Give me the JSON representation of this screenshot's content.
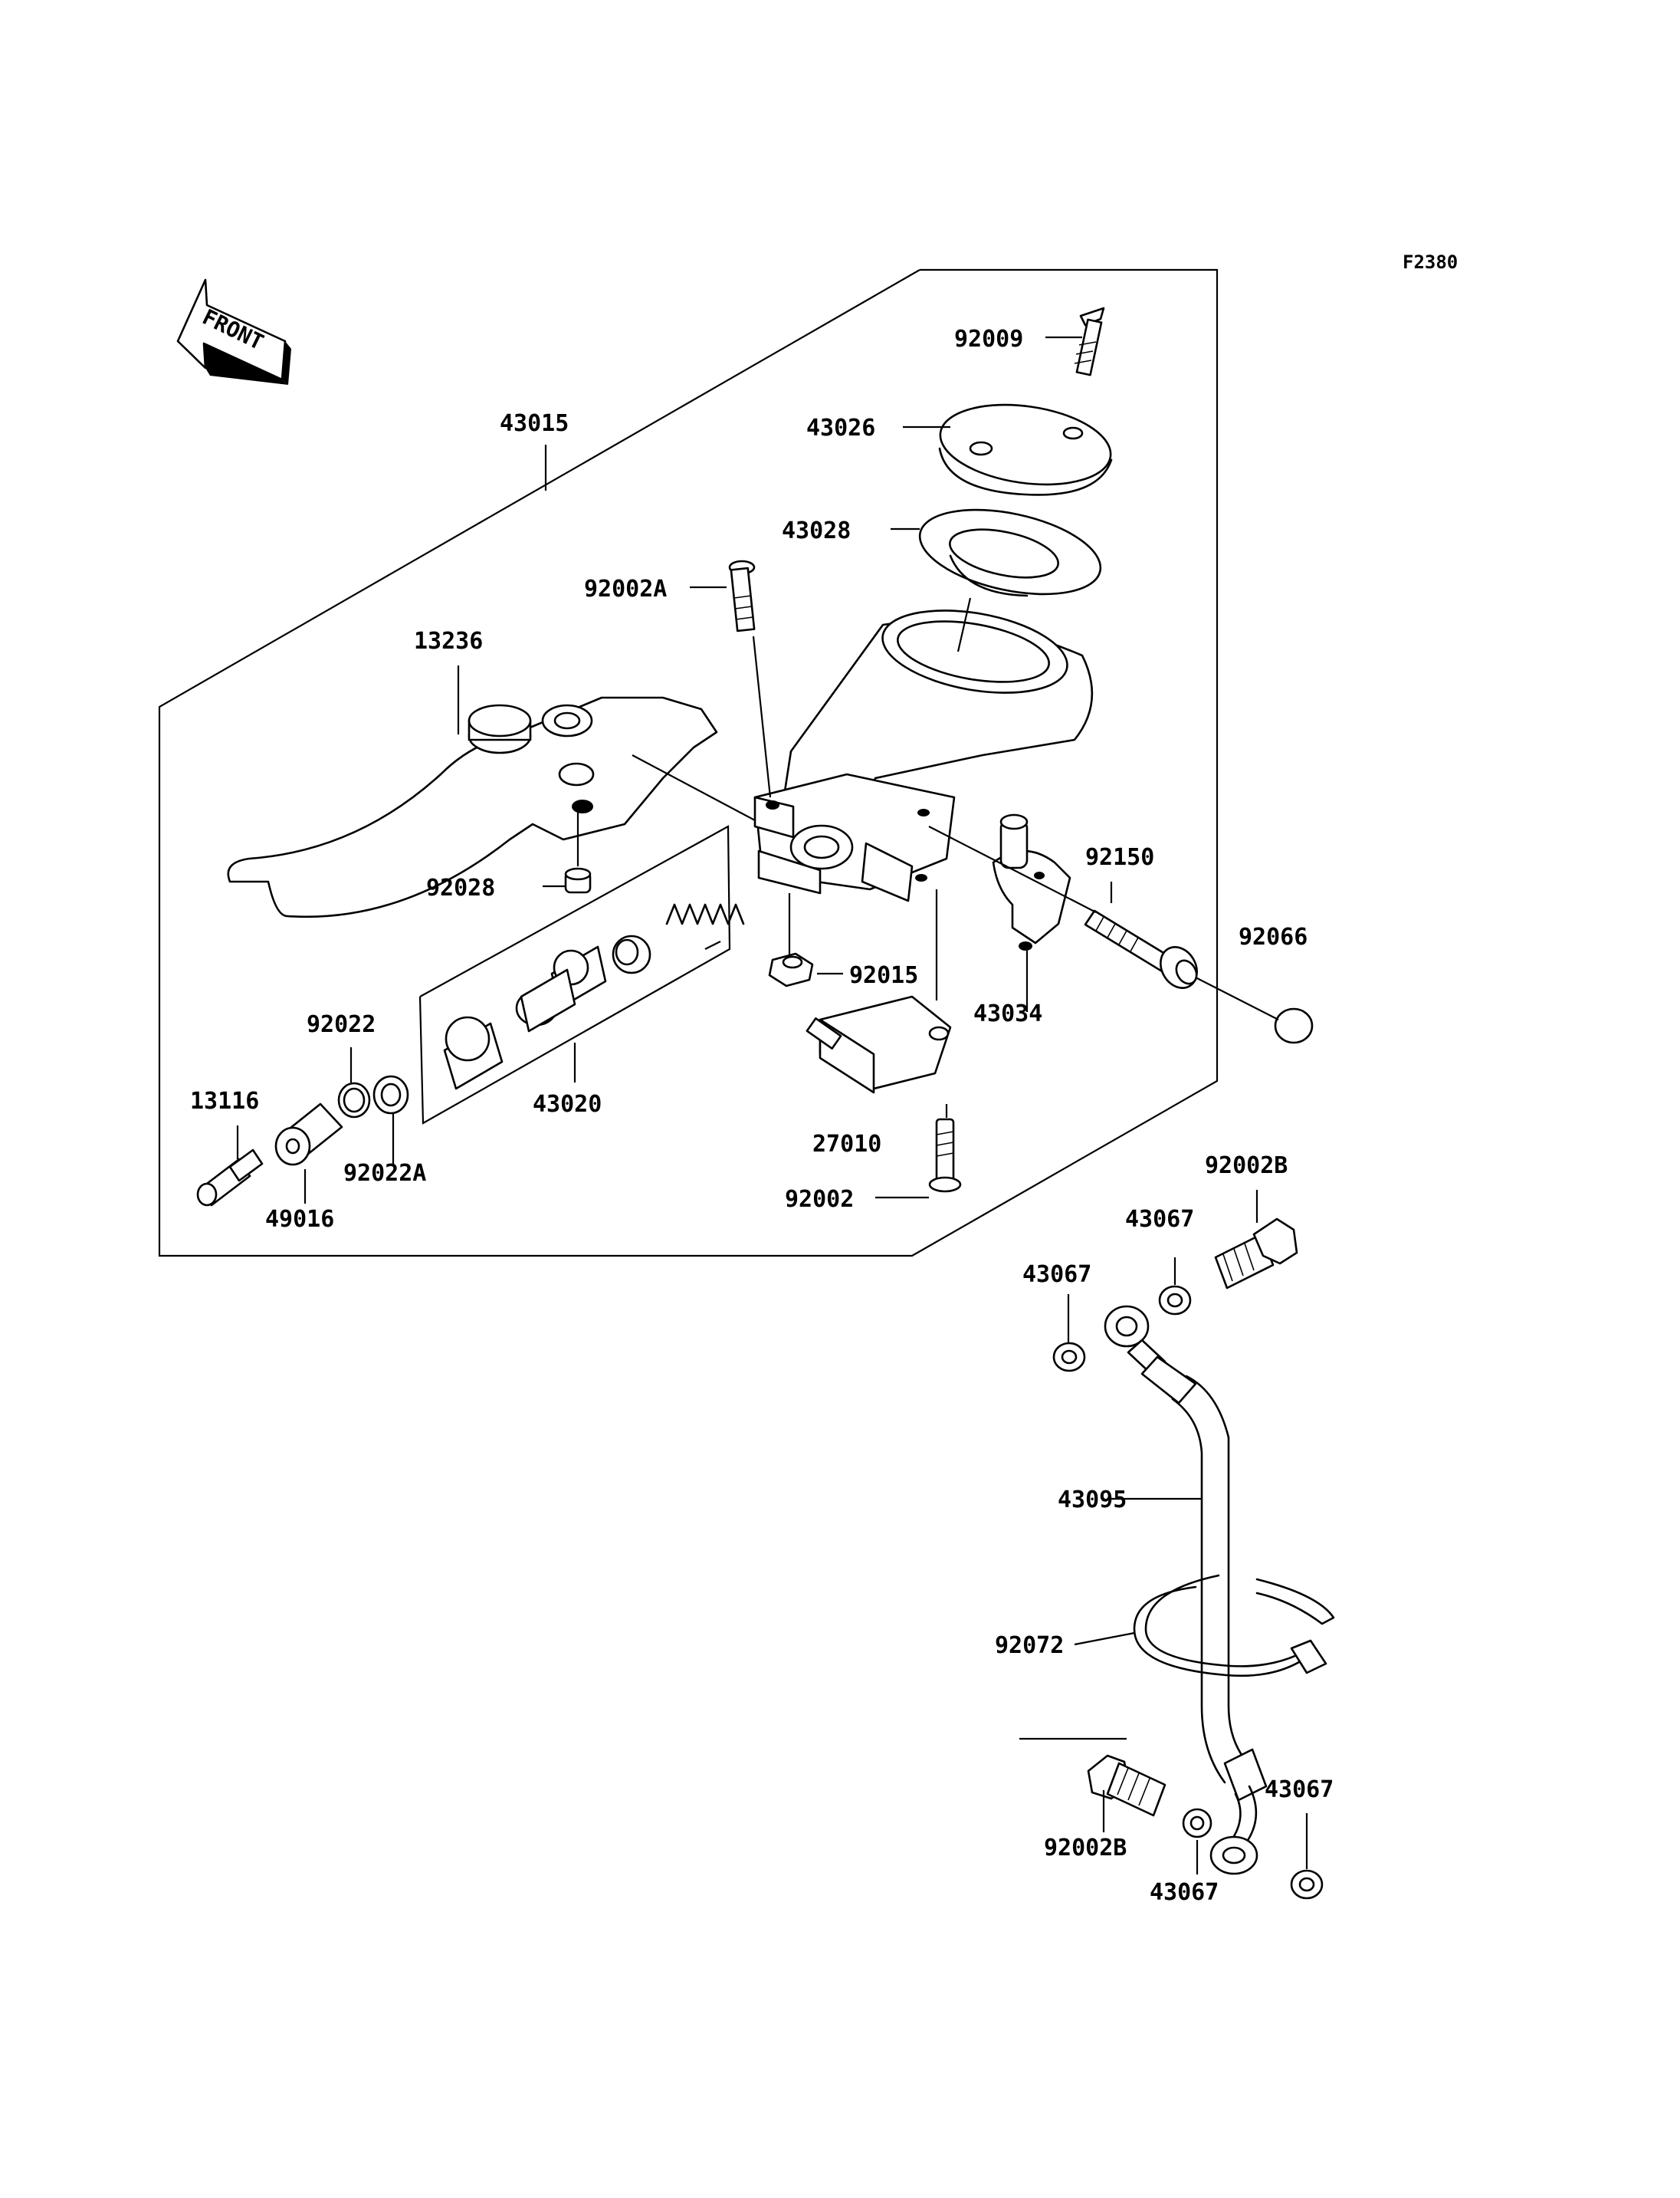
{
  "figure_id": "F2380",
  "front_arrow": {
    "text": "FRONT",
    "icon": "front-direction-arrow-icon"
  },
  "labels": {
    "p43015": "43015",
    "p92009": "92009",
    "p43026": "43026",
    "p43028": "43028",
    "p92002A": "92002A",
    "p13236": "13236",
    "p92028": "92028",
    "p92150": "92150",
    "p92066": "92066",
    "p92015": "92015",
    "p43034": "43034",
    "p92022": "92022",
    "p13116": "13116",
    "p92022A": "92022A",
    "p43020": "43020",
    "p49016": "49016",
    "p27010": "27010",
    "p92002": "92002",
    "p92002B_top": "92002B",
    "p43067_a": "43067",
    "p43067_b": "43067",
    "p43095": "43095",
    "p92072": "92072",
    "p92002B_bottom": "92002B",
    "p43067_c": "43067",
    "p43067_d": "43067"
  }
}
